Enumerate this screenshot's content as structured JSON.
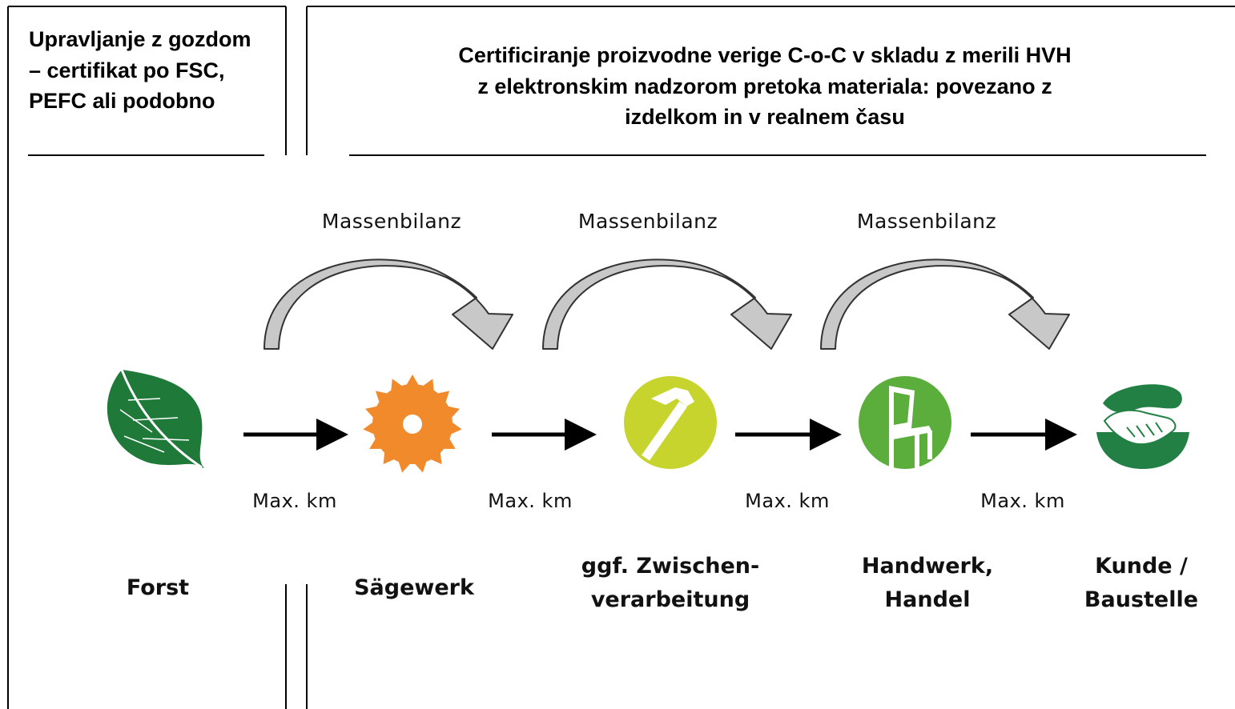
{
  "left_box": {
    "title": "Upravljanje z gozdom – certifikat po FSC, PEFC ali podobno"
  },
  "right_box": {
    "title_lines": [
      "Certificiranje proizvodne verige C-o-C v skladu z merili HVH",
      "z elektronskim nadzorom pretoka materiala: povezano z",
      "izdelkom in v realnem času"
    ]
  },
  "mass_balance_labels": [
    "Massenbilanz",
    "Massenbilanz",
    "Massenbilanz"
  ],
  "distance_labels": [
    "Max. km",
    "Max. km",
    "Max. km",
    "Max. km"
  ],
  "stages": [
    {
      "icon": "leaf-icon",
      "label": "Forst"
    },
    {
      "icon": "saw-blade-icon",
      "label": "Sägewerk"
    },
    {
      "icon": "hammer-icon",
      "label_lines": [
        "ggf. Zwischen-",
        "verarbeitung"
      ]
    },
    {
      "icon": "chair-icon",
      "label_lines": [
        "Handwerk,",
        "Handel"
      ]
    },
    {
      "icon": "handshake-icon",
      "label_lines": [
        "Kunde /",
        "Baustelle"
      ]
    }
  ],
  "colors": {
    "leaf": "#1f7a3a",
    "saw": "#f08a2b",
    "hammer": "#c7d42e",
    "chair": "#5cae3c",
    "handshake": "#238044",
    "curved_arrow_fill": "#c8c8c8"
  }
}
